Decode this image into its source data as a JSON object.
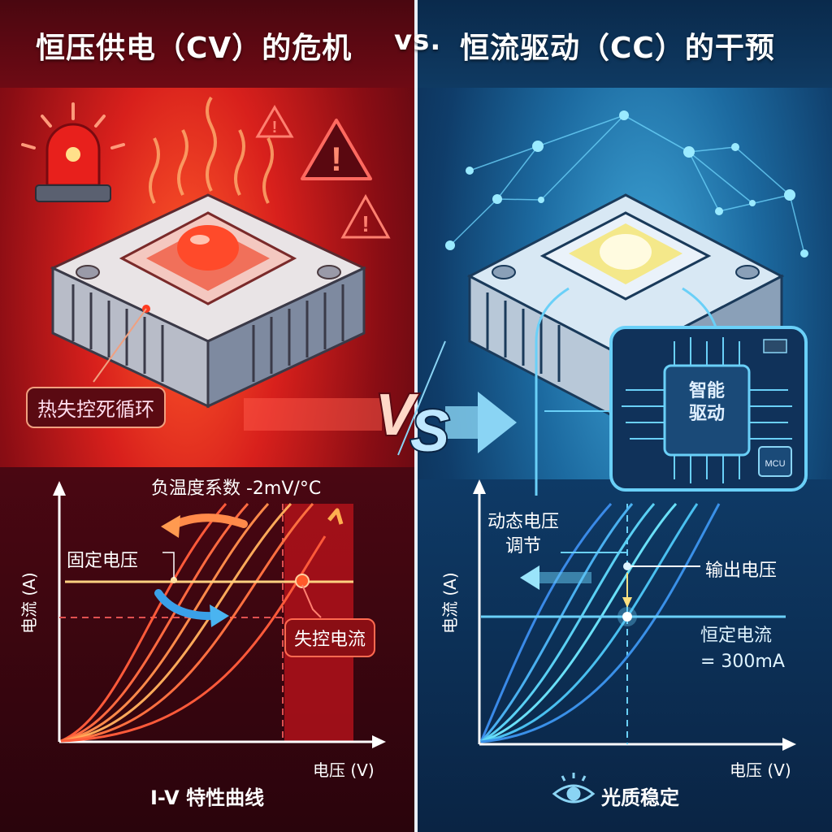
{
  "header": {
    "left_title": "恒压供电（CV）的危机",
    "vs_text": "vs.",
    "right_title": "恒流驱动（CC）的干预"
  },
  "left_panel": {
    "theme_color": "#c8161c",
    "illustration": {
      "icons": [
        "siren-icon",
        "warning-icon",
        "warning-icon",
        "warning-icon",
        "heat-waves-icon",
        "led-heatsink-icon"
      ],
      "callout_label": "热失控死循环"
    },
    "chart": {
      "top_annotation": "负温度系数 -2mV/°C",
      "fixed_voltage_label": "固定电压",
      "runaway_label": "失控电流",
      "y_axis_label": "电流 (A)",
      "x_axis_label": "电压 (V)",
      "caption": "I-V 特性曲线"
    }
  },
  "center": {
    "vs_badge": "VS"
  },
  "right_panel": {
    "theme_color": "#1c6aa0",
    "illustration": {
      "icons": [
        "network-nodes-icon",
        "led-heatsink-icon",
        "circuit-board-icon",
        "mcu-chip-icon"
      ],
      "chip_label_line1": "智能",
      "chip_label_line2": "驱动",
      "mcu_label": "MCU"
    },
    "chart": {
      "dynamic_label_line1": "动态电压",
      "dynamic_label_line2": "调节",
      "output_voltage_label": "输出电压",
      "constant_current_line1": "恒定电流",
      "constant_current_line2": "= 300mA",
      "y_axis_label": "电流 (A)",
      "x_axis_label": "电压 (V)",
      "caption": "光质稳定",
      "caption_icon": "eye-icon"
    }
  }
}
